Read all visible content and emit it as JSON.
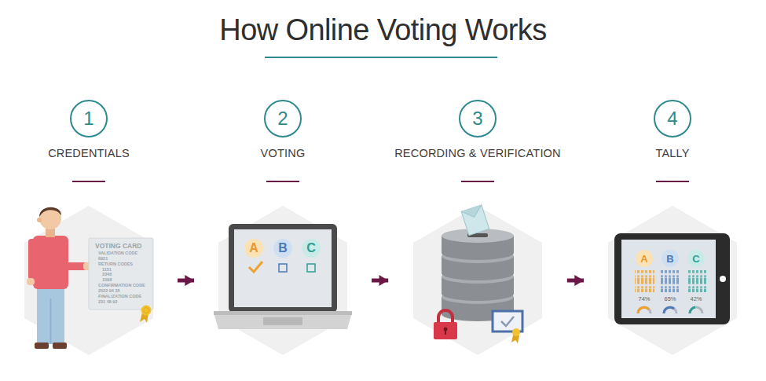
{
  "diagram": {
    "title": "How Online Voting Works",
    "nodes": [
      {
        "text": [
          "1",
          "CREDENTIALS"
        ]
      },
      {
        "text": [
          "2",
          "VOTING"
        ]
      },
      {
        "text": [
          "3",
          "RECORDING & VERIFICATION"
        ]
      },
      {
        "text": [
          "4",
          "TALLY"
        ]
      }
    ],
    "edges": [
      {
        "from": 0,
        "to": 1,
        "arrow": "to"
      },
      {
        "from": 1,
        "to": 2,
        "arrow": "to"
      },
      {
        "from": 2,
        "to": 3,
        "arrow": "to"
      }
    ],
    "labels": [
      "VOTING CARD",
      "VALIDATION CODE",
      "6921",
      "RETURN CODES",
      "1151",
      "2348",
      "1098",
      "CONFIRMATION CODE",
      "2522 94 35",
      "FINALIZATION CODE",
      "231 48 92",
      "A",
      "B",
      "C",
      "A",
      "B",
      "C",
      "74%",
      "65%",
      "42%"
    ]
  }
}
